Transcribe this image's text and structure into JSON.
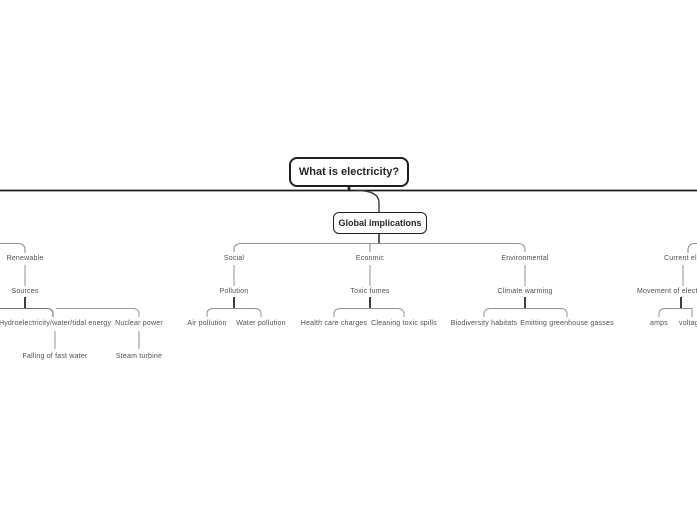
{
  "mindmap": {
    "root": {
      "label": "What is electricity?"
    },
    "center_topic": {
      "label": "Global implications"
    },
    "branches": [
      {
        "topic": "Renewable",
        "child": "Sources",
        "leaves": [
          {
            "label": "Hydroelectricity/water/tidal energy",
            "child": "Falling of fast water"
          },
          {
            "label": "Nuclear power",
            "child": "Steam turbine"
          }
        ]
      },
      {
        "topic": "Social",
        "child": "Pollution",
        "leaves": [
          {
            "label": "Air pollution"
          },
          {
            "label": "Water pollution"
          }
        ]
      },
      {
        "topic": "Econmic",
        "child": "Toxic fumes",
        "leaves": [
          {
            "label": "Health care charges"
          },
          {
            "label": "Cleaning toxic spills"
          }
        ]
      },
      {
        "topic": "Environmental",
        "child": "Climate warming",
        "leaves": [
          {
            "label": "Biodiversity habitats"
          },
          {
            "label": "Emitting greenhouse gasses"
          }
        ]
      },
      {
        "topic": "Current electricity",
        "child": "Movement of electrons",
        "leaves": [
          {
            "label": "amps"
          },
          {
            "label": "voltage"
          }
        ]
      }
    ],
    "colors": {
      "main_rail": "#1c1c1c",
      "connector": "#909090",
      "dark_connector": "#2a2a2a",
      "node_border": "#1f1f1f",
      "label_text": "#4e4e4e",
      "node_text": "#262626",
      "background": "#ffffff"
    }
  }
}
